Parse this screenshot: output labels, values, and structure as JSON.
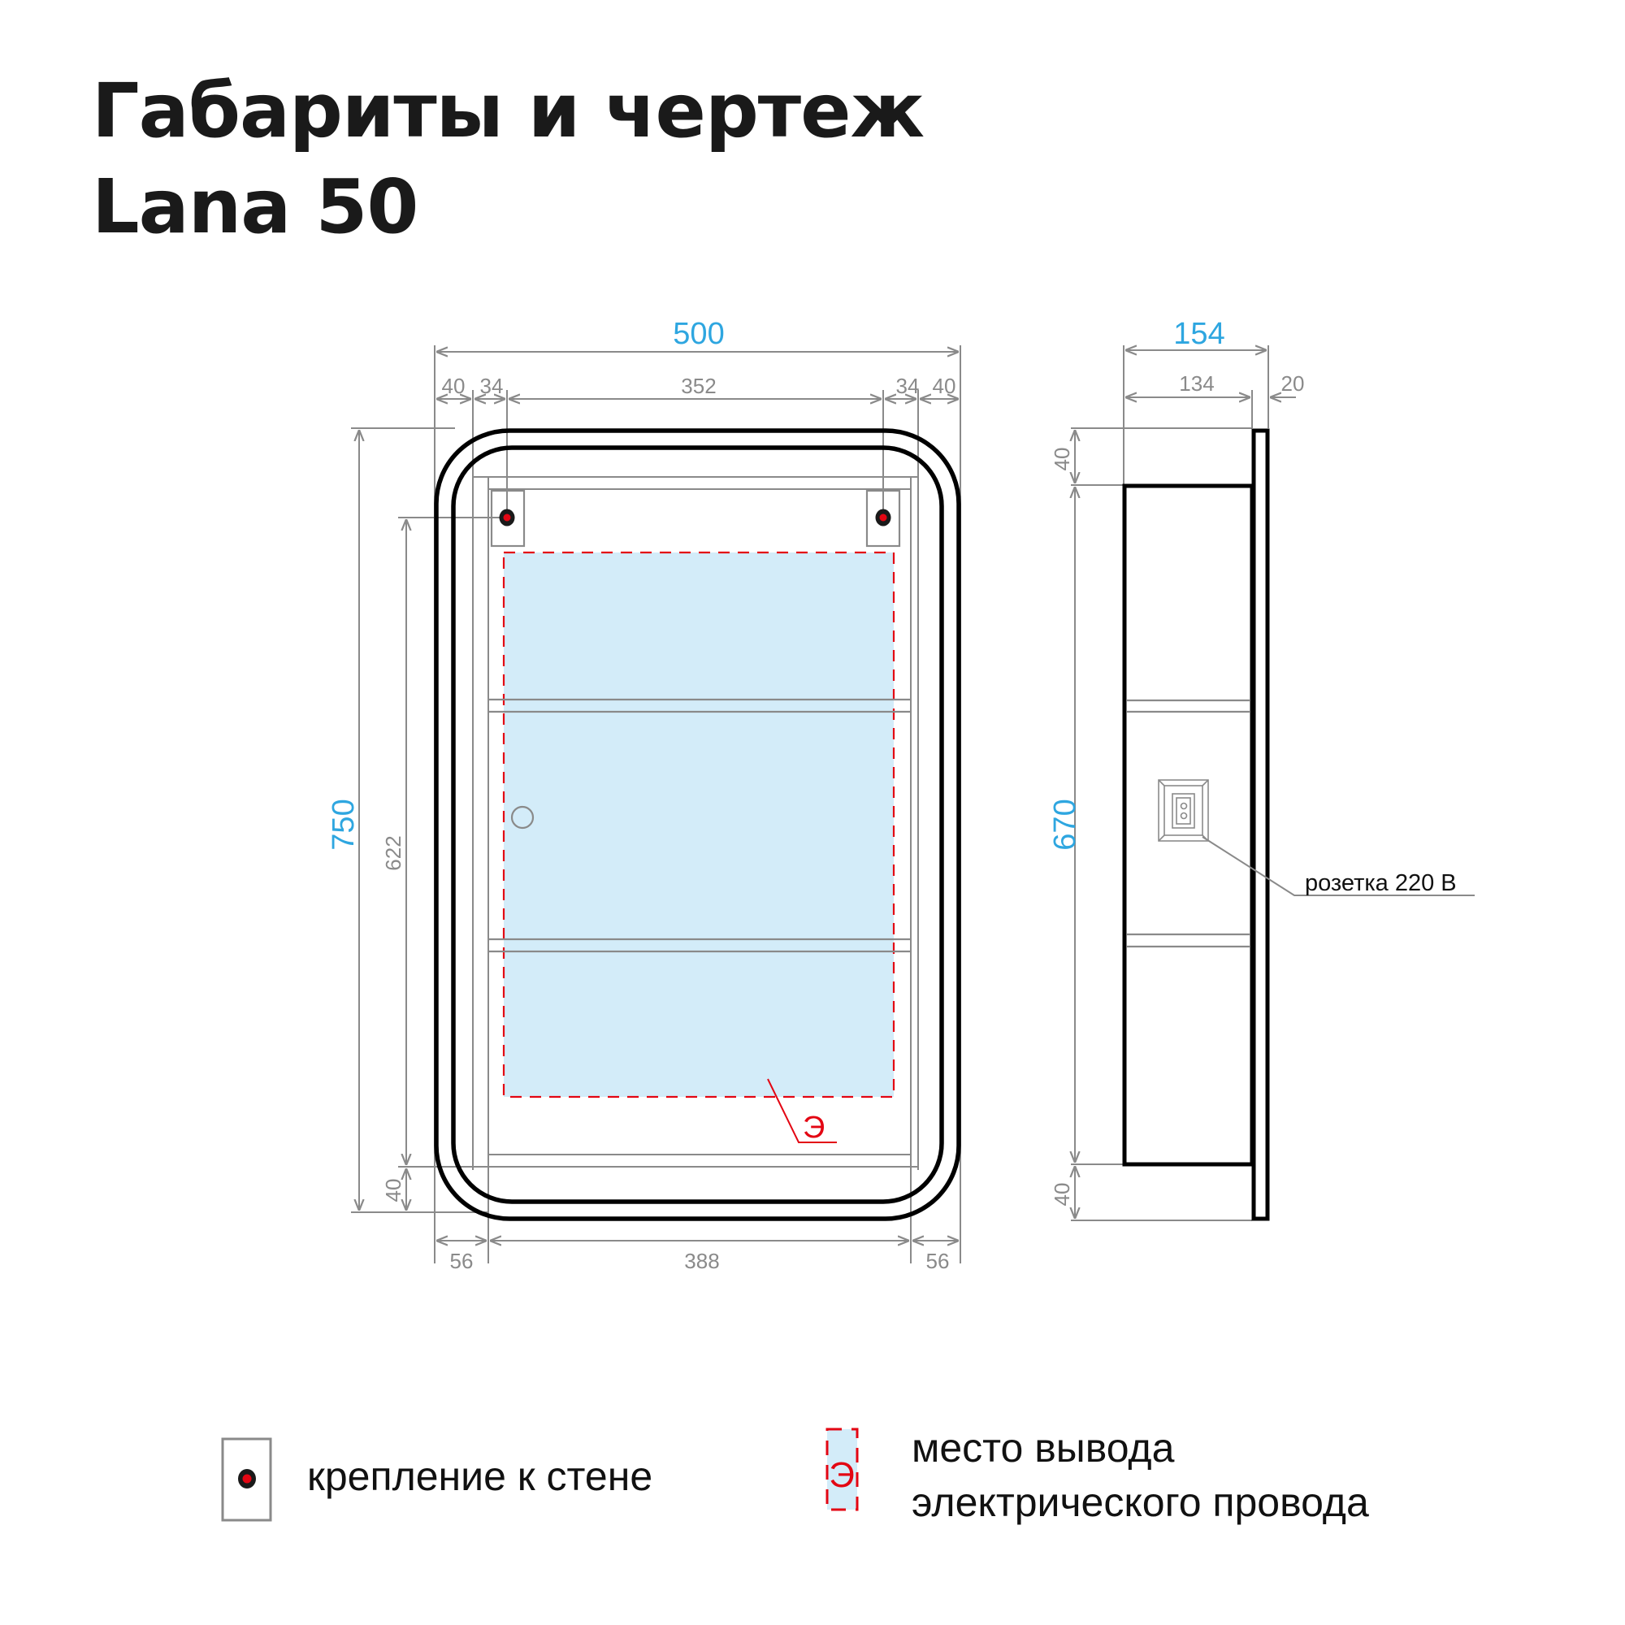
{
  "header": {
    "title_line1": "Габариты и чертеж",
    "title_line2": "Lana 50"
  },
  "colors": {
    "dimension_main": "#2ea6e0",
    "dimension_secondary": "#8a8a8a",
    "outline": "#000000",
    "electric_zone_fill": "#d3ecf9",
    "electric_zone_border": "#e30613",
    "mount_point": "#e30613"
  },
  "front_view": {
    "width_total": "500",
    "width_segments": [
      "40",
      "34",
      "352",
      "34",
      "40"
    ],
    "height_total": "750",
    "mount_height": "622",
    "bottom_offset": "40",
    "bottom_segments": [
      "56",
      "388",
      "56"
    ],
    "electric_marker": "Э"
  },
  "side_view": {
    "depth_total": "154",
    "depth_body": "134",
    "depth_panel": "20",
    "top_offset": "40",
    "body_height": "670",
    "bottom_offset": "40",
    "socket_label": "розетка 220 В"
  },
  "legend": {
    "mount_label": "крепление к стене",
    "electric_marker": "Э",
    "electric_label_line1": "место вывода",
    "electric_label_line2": "электрического провода"
  }
}
